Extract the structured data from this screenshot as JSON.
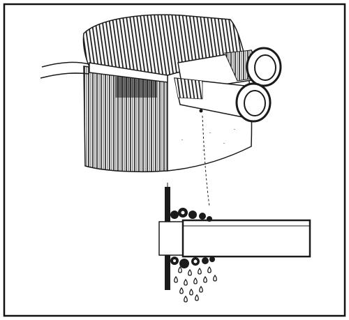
{
  "figure": {
    "border_color": "#111111",
    "ink_color": "#1a1a1a",
    "paper_color": "#ffffff",
    "main_subject": "evaporator-coil-with-refrigerant-tubes",
    "detail_subject": "tube-to-fin-joint-leak-detail",
    "droplets_shown": 14
  }
}
